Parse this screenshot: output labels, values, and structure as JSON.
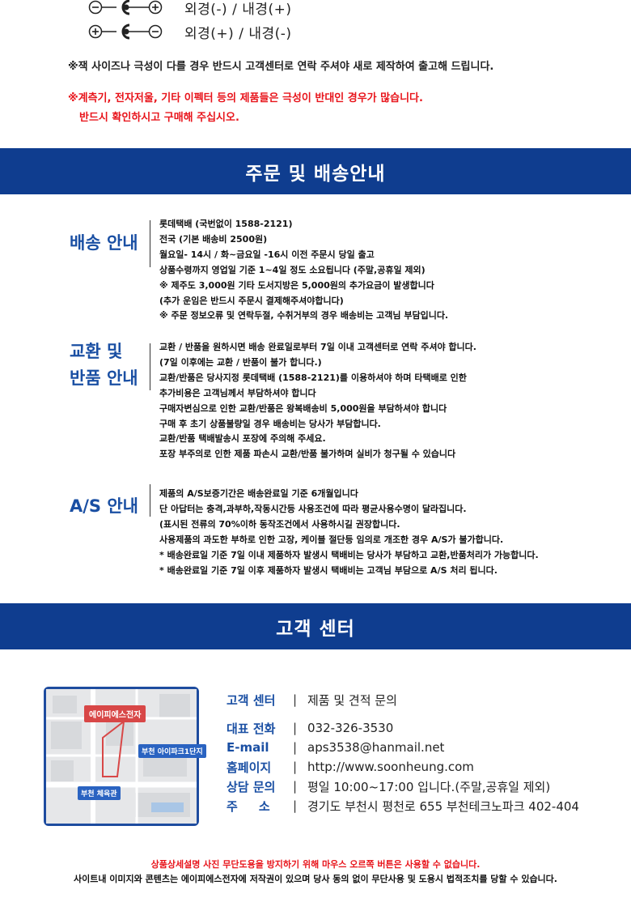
{
  "polarity": {
    "rows": [
      {
        "label": "외경(-) / 내경(+)"
      },
      {
        "label": "외경(+) / 내경(-)"
      }
    ],
    "note1": "※잭 사이즈나 극성이 다를 경우 반드시 고객센터로 연락 주셔야 새로 제작하여 출고해 드립니다.",
    "note2": "※계측기, 전자저울, 기타 이펙터 등의 제품들은 극성이 반대인 경우가 많습니다.",
    "note3": "반드시 확인하시고 구매해 주십시오."
  },
  "order_header": "주문 및 배송안내",
  "shipping": {
    "title": "배송 안내",
    "lines": [
      "롯데택배 (국번없이 1588-2121)",
      "전국 (기본 배송비 2500원)",
      "월요일- 14시 / 화~금요일 -16시 이전 주문시 당일 출고",
      "상품수령까지 영업일 기준 1~4일 정도 소요됩니다 (주말,공휴일 제외)",
      "※ 제주도 3,000원 기타 도서지방은 5,000원의 추가요금이 발생합니다",
      "   (추가 운임은 반드시 주문시 결제해주셔야합니다)",
      "※ 주문 정보오류 및 연락두절, 수취거부의 경우 배송비는 고객님 부담입니다."
    ]
  },
  "exchange": {
    "title_line1": "교환 및",
    "title_line2": "반품 안내",
    "lines": [
      "교환 / 반품을 원하시면 배송 완료일로부터 7일 이내 고객센터로 연락 주셔야 합니다.",
      "(7일 이후에는 교환 / 반품이 불가 합니다.)",
      "교환/반품은 당사지정 롯데택배 (1588-2121)를 이용하셔야 하며 타택배로 인한",
      "추가비용은 고객님께서 부담하셔야 합니다",
      "구매자변심으로 인한 교환/반품은 왕복배송비 5,000원을 부담하셔야 합니다",
      "구매 후 초기 상품불량일 경우 배송비는 당사가 부담합니다.",
      "교환/반품 택배발송시 포장에 주의해 주세요.",
      "포장 부주의로 인한 제품 파손시 교환/반품 불가하며 실비가 청구될 수 있습니다"
    ]
  },
  "as": {
    "title": "A/S 안내",
    "lines": [
      " 제품의 A/S보증기간은 배송완료일 기준 6개월입니다",
      "단 아답터는 충격,과부하,작동시간등 사용조건에 따라 평균사용수명이 달라집니다.",
      "  (표시된 전류의 70%이하 동작조건에서 사용하시길 권장합니다.",
      "사용제품의 과도한 부하로 인한 고장, 케이블 절단등 임의로 개조한 경우 A/S가 불가합니다.",
      "* 배송완료일 기준 7일 이내 제품하자 발생시 택배비는 당사가 부담하고 교환,반품처리가 가능합니다.",
      "* 배송완료일 기준 7일 이후 제품하자 발생시 택배비는 고객님 부담으로 A/S 처리 됩니다."
    ]
  },
  "cs_header": "고객 센터",
  "map": {
    "tag_company": "에이피에스전자",
    "tag_apt": "부천 아이파크1단지",
    "tag_gym": "부천 체육관"
  },
  "contact": {
    "center_label": "고객 센터",
    "center_value": "제품 및 견적 문의",
    "rows": [
      {
        "label": "대표 전화",
        "value": "032-326-3530"
      },
      {
        "label": "E-mail",
        "value": "aps3538@hanmail.net"
      },
      {
        "label": "홈페이지",
        "value": "http://www.soonheung.com"
      },
      {
        "label": "상담 문의",
        "value": "평일 10:00~17:00 입니다.(주말,공휴일 제외)"
      },
      {
        "label": "주     소",
        "value": "경기도 부천시 평천로 655 부천테크노파크 402-404"
      }
    ],
    "separator": "|"
  },
  "footer": {
    "line1": "상품상세설명 사진 무단도용을 방지하기 위해 마우스 오르쪽 버튼은 사용할 수 없습니다.",
    "line2": "사이트내 이미지와 콘텐츠는 에이피에스전자에 저작권이 있으며 당사 동의 없이 무단사용 및 도용시  법적조치를 당할 수 있습니다."
  },
  "colors": {
    "band": "#0f3d8f",
    "title_blue": "#1a4fa3",
    "warning_red": "#e8141b"
  }
}
